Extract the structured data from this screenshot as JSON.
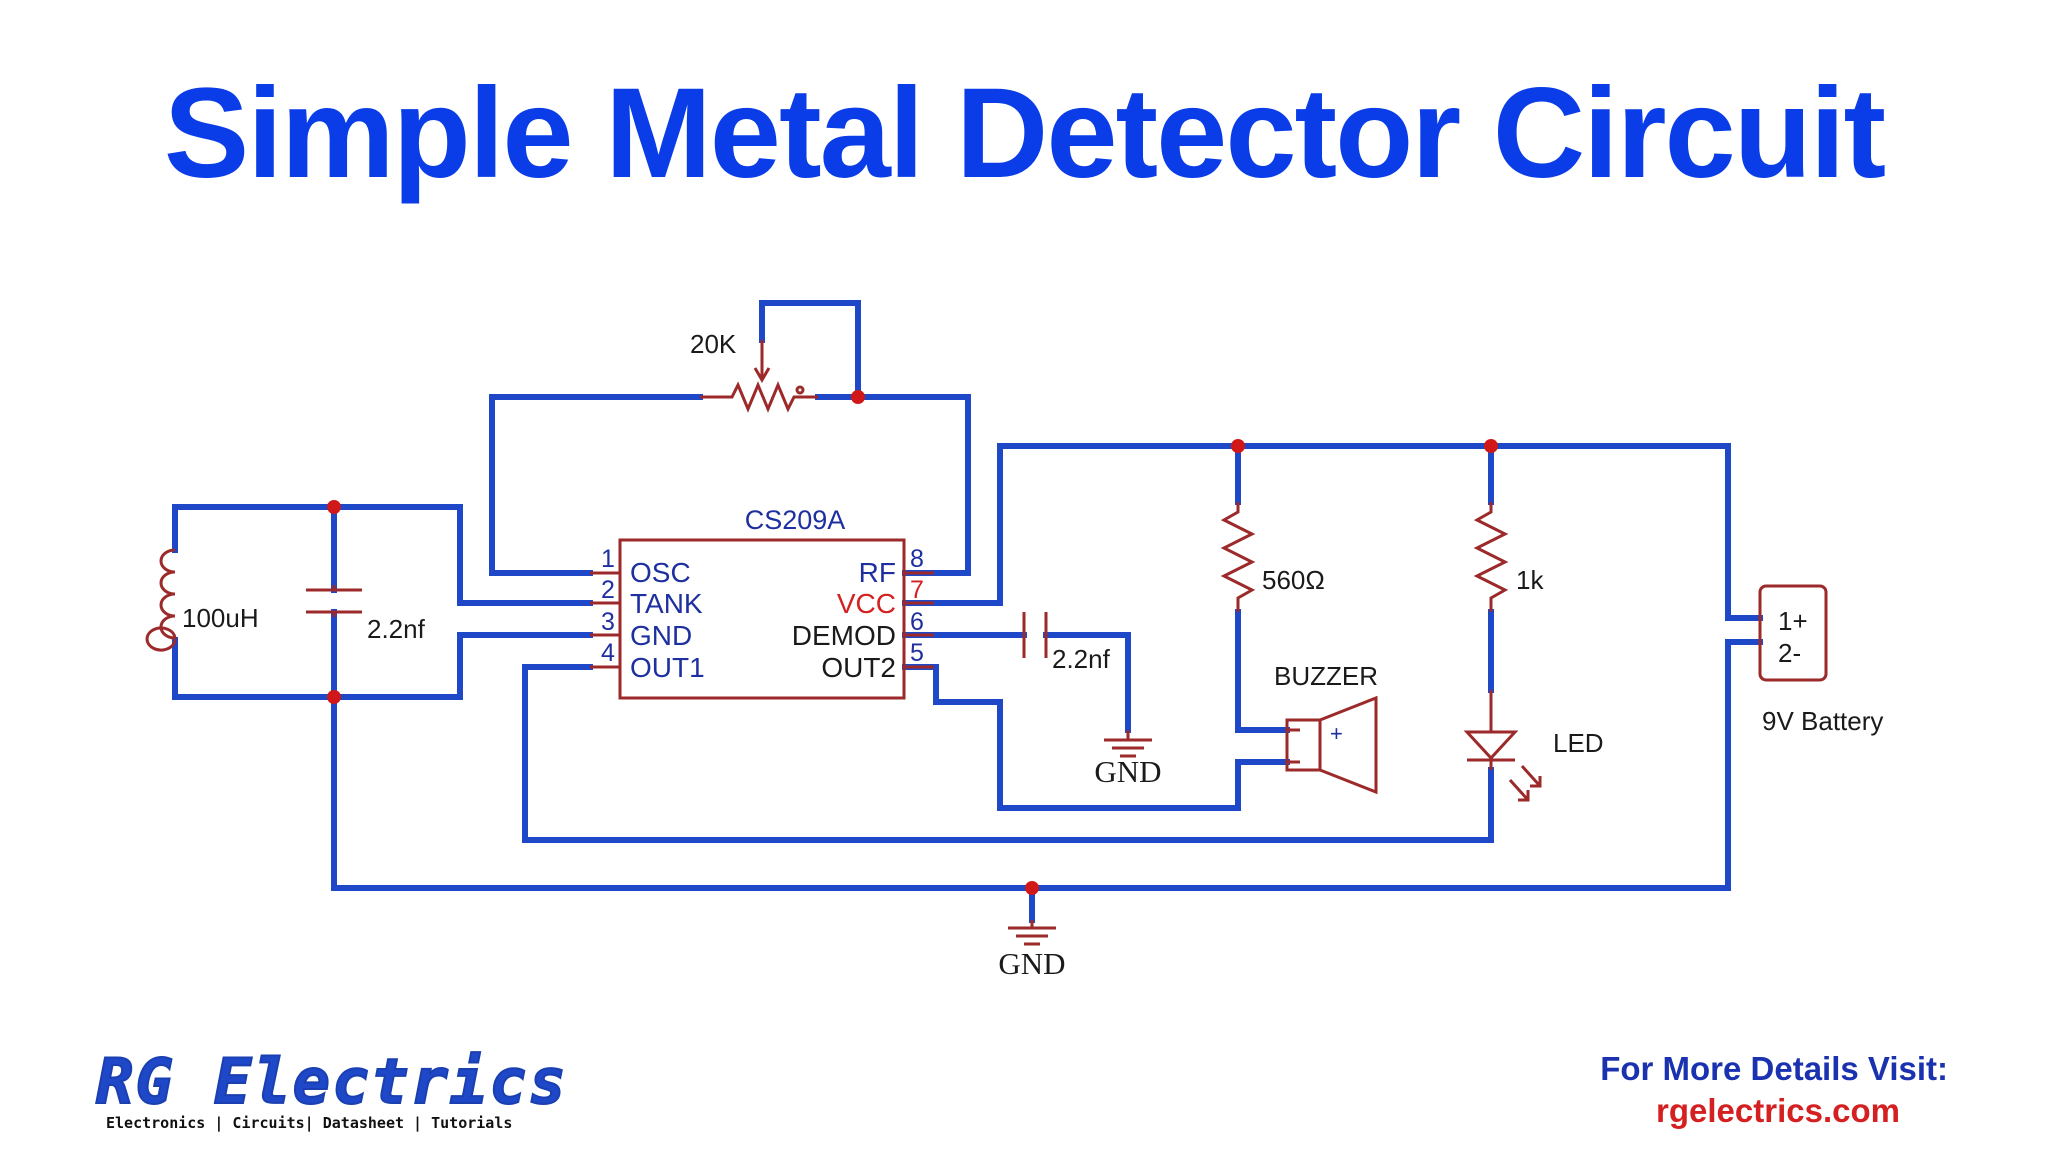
{
  "title": "Simple Metal Detector Circuit",
  "colors": {
    "title": "#0a3de8",
    "wire": "#1f48c8",
    "component": "#9c2a2a",
    "junction": "#d01818",
    "pin_label": "#1e2fa0",
    "vcc": "#d42020",
    "text": "#1a1a1a",
    "visit_label": "#1a32b0",
    "visit_url": "#d42020"
  },
  "ic": {
    "name": "CS209A",
    "left_pins": [
      {
        "num": "1",
        "label": "OSC"
      },
      {
        "num": "2",
        "label": "TANK"
      },
      {
        "num": "3",
        "label": "GND"
      },
      {
        "num": "4",
        "label": "OUT1"
      }
    ],
    "right_pins": [
      {
        "num": "8",
        "label": "RF"
      },
      {
        "num": "7",
        "label": "VCC"
      },
      {
        "num": "6",
        "label": "DEMOD"
      },
      {
        "num": "5",
        "label": "OUT2"
      }
    ]
  },
  "components": {
    "inductor": "100uH",
    "tank_capacitor": "2.2nf",
    "demod_capacitor": "2.2nf",
    "potentiometer": "20K",
    "resistor_buzzer": "560Ω",
    "resistor_led": "1k",
    "buzzer": "BUZZER",
    "buzzer_plus": "+",
    "led": "LED",
    "battery_plus": "1+",
    "battery_minus": "2-",
    "battery": "9V Battery",
    "gnd_demod": "GND",
    "gnd_main": "GND"
  },
  "footer": {
    "logo": "RG Electrics",
    "tagline": "Electronics | Circuits| Datasheet | Tutorials",
    "visit_label": "For More Details Visit:",
    "visit_url": "rgelectrics.com"
  }
}
